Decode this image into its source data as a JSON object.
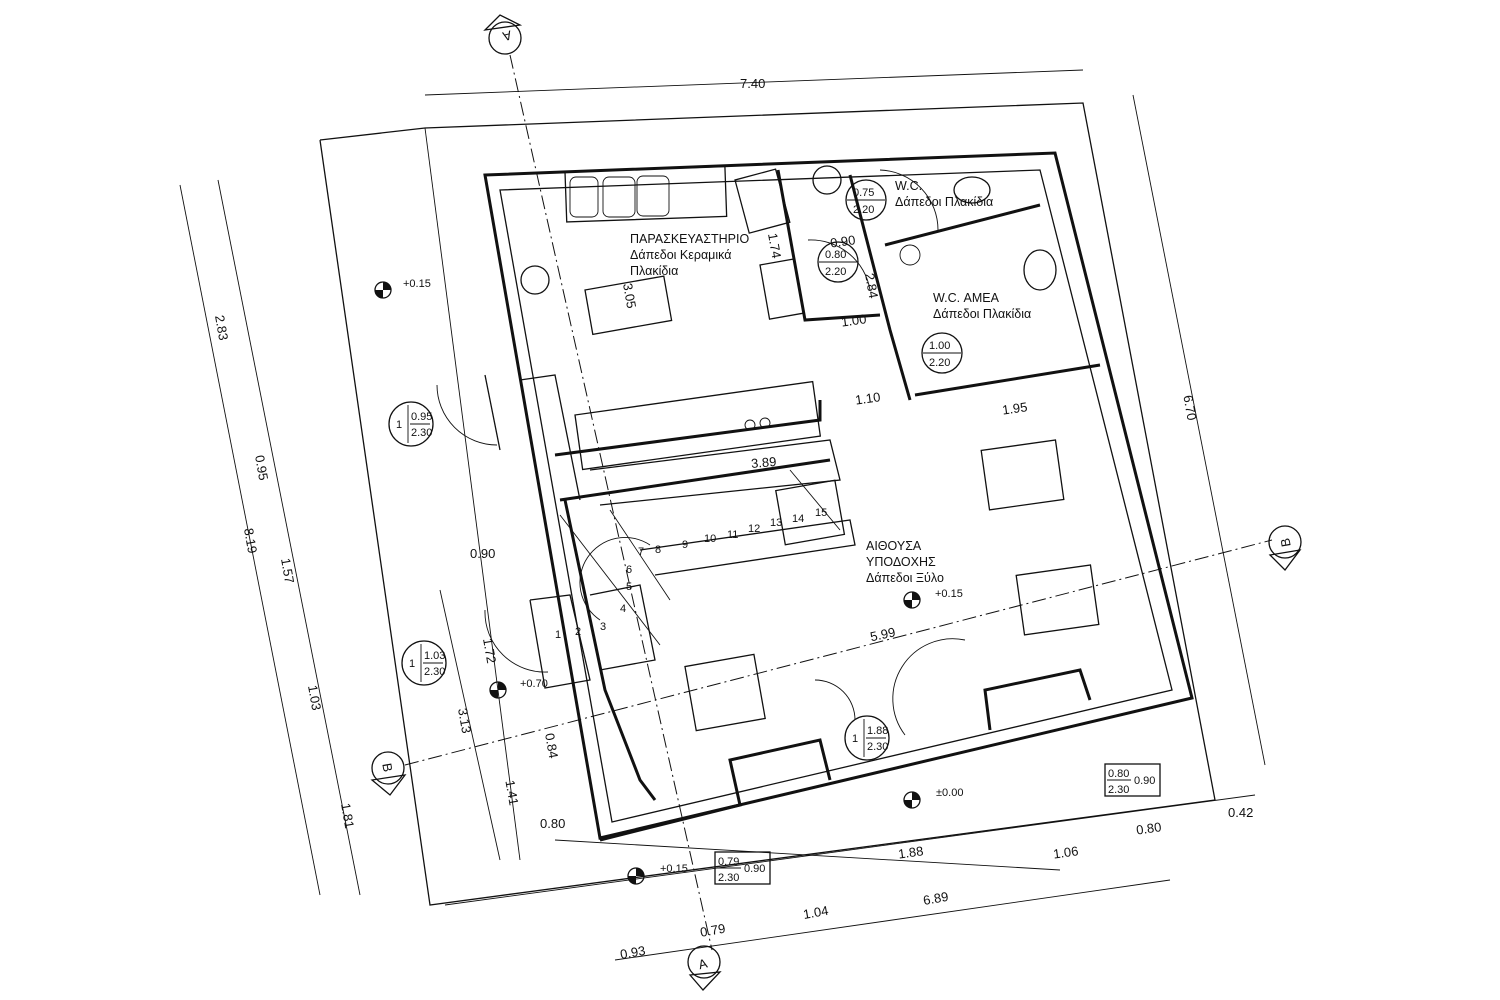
{
  "sections": {
    "a_top": "A",
    "a_bottom": "A",
    "b_right": "B",
    "b_left": "B"
  },
  "rooms": {
    "kitchen": {
      "name": "ΠΑΡΑΣΚΕΥΑΣΤΗΡΙΟ",
      "floor1": "Δάπεδοι Κεραμικά",
      "floor2": "Πλακίδια"
    },
    "wc": {
      "name": "W.C.",
      "floor": "Δάπεδοι Πλακίδια"
    },
    "wc_amea": {
      "name": "W.C. ΑΜΕΑ",
      "floor": "Δάπεδοι Πλακίδια"
    },
    "hall": {
      "name1": "ΑΙΘΟΥΣΑ",
      "name2": "ΥΠΟΔΟΧΗΣ",
      "floor": "Δάπεδοι Ξύλο"
    }
  },
  "dimensions": {
    "top": "7.40",
    "right": "6.70",
    "left": [
      "2.83",
      "0.95",
      "8.19",
      "1.57",
      "1.03",
      "1.81"
    ],
    "entry": [
      "0.90",
      "1.72",
      "3.13",
      "0.84",
      "1.41",
      "0.80"
    ],
    "bottom": [
      "0.93",
      "0.79",
      "1.04",
      "6.89",
      "1.88",
      "1.06",
      "0.80",
      "0.42"
    ],
    "interior": [
      "1.74",
      "0.90",
      "2.84",
      "1.00",
      "3.05",
      "1.10",
      "1.95",
      "3.89",
      "5.99"
    ]
  },
  "door_tags": [
    {
      "w": "0.75",
      "h": "2.20"
    },
    {
      "w": "0.80",
      "h": "2.20"
    },
    {
      "w": "1.00",
      "h": "2.20"
    }
  ],
  "window_tags": [
    {
      "n": "1",
      "w": "0.95",
      "h": "2.30"
    },
    {
      "n": "1",
      "w": "1.03",
      "h": "2.30"
    },
    {
      "n": "1",
      "w": "1.88",
      "h": "2.30"
    }
  ],
  "box_tags": [
    {
      "w": "0.79",
      "h": "2.30",
      "s": "0.90"
    },
    {
      "w": "0.80",
      "h": "2.30",
      "s": "0.90"
    }
  ],
  "levels": [
    "+0.15",
    "+0.15",
    "+0.70",
    "±0.00",
    "+0.15"
  ],
  "stairs": [
    "1",
    "2",
    "3",
    "4",
    "5",
    "6",
    "7",
    "8",
    "9",
    "10",
    "11",
    "12",
    "13",
    "14",
    "15"
  ]
}
